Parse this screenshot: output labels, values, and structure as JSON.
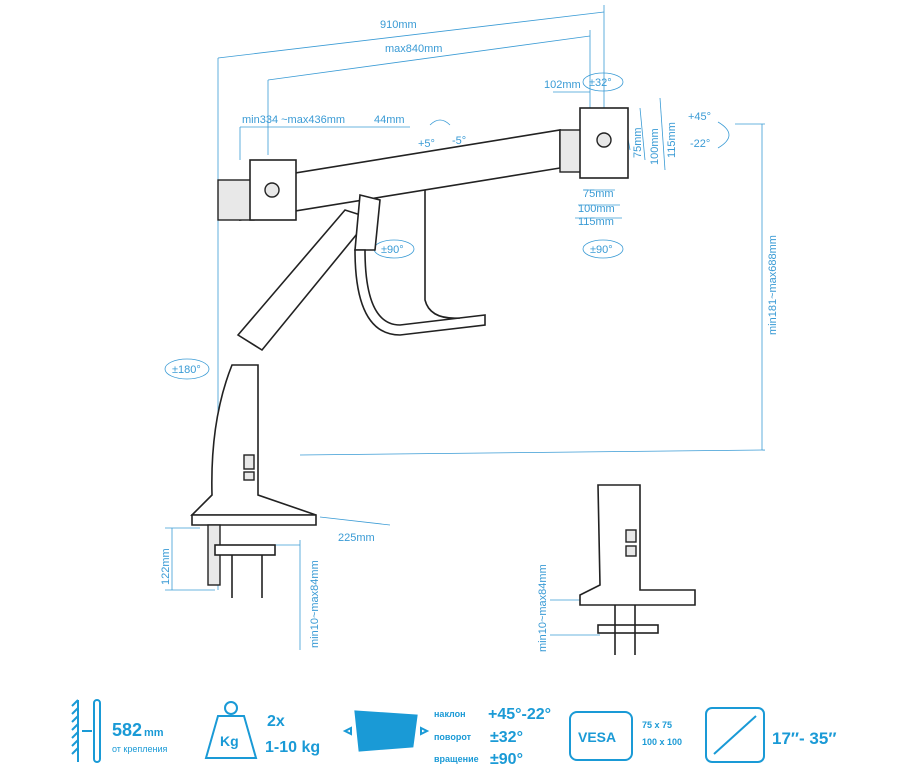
{
  "dimensions": {
    "total_width": "910mm",
    "max_reach": "max840mm",
    "plate_offset": "102mm",
    "swivel": "±32°",
    "arm_range": "min334 ~max436mm",
    "gap": "44mm",
    "tilt_plus": "+5°",
    "tilt_minus": "-5°",
    "vesa_v": [
      "75mm",
      "100mm",
      "115mm"
    ],
    "vesa_h": [
      "75mm",
      "100mm",
      "115mm"
    ],
    "tilt_up": "+45°",
    "tilt_down": "-22°",
    "rotate_left": "±90°",
    "rotate_right": "±90°",
    "height_range": "min181~max688mm",
    "base_rotate": "±180°",
    "clamp_height": "122mm",
    "base_depth": "225mm",
    "desk_thickness": "min10~max84mm",
    "desk_thickness_side": "min10~max84mm"
  },
  "specs": {
    "distance_value": "582",
    "distance_unit": "mm",
    "distance_caption": "от крепления",
    "weight_icon_label": "Kg",
    "weight_count": "2x",
    "weight_range": "1-10 kg",
    "tilt_label": "наклон",
    "tilt_value": "+45°-22°",
    "swivel_label": "поворот",
    "swivel_value": "±32°",
    "rotate_label": "вращение",
    "rotate_value": "±90°",
    "vesa_label": "VESA",
    "vesa_sizes": [
      "75 x 75",
      "100 x 100"
    ],
    "screen_size": "17″- 35″"
  },
  "colors": {
    "accent": "#1a9ad6"
  }
}
